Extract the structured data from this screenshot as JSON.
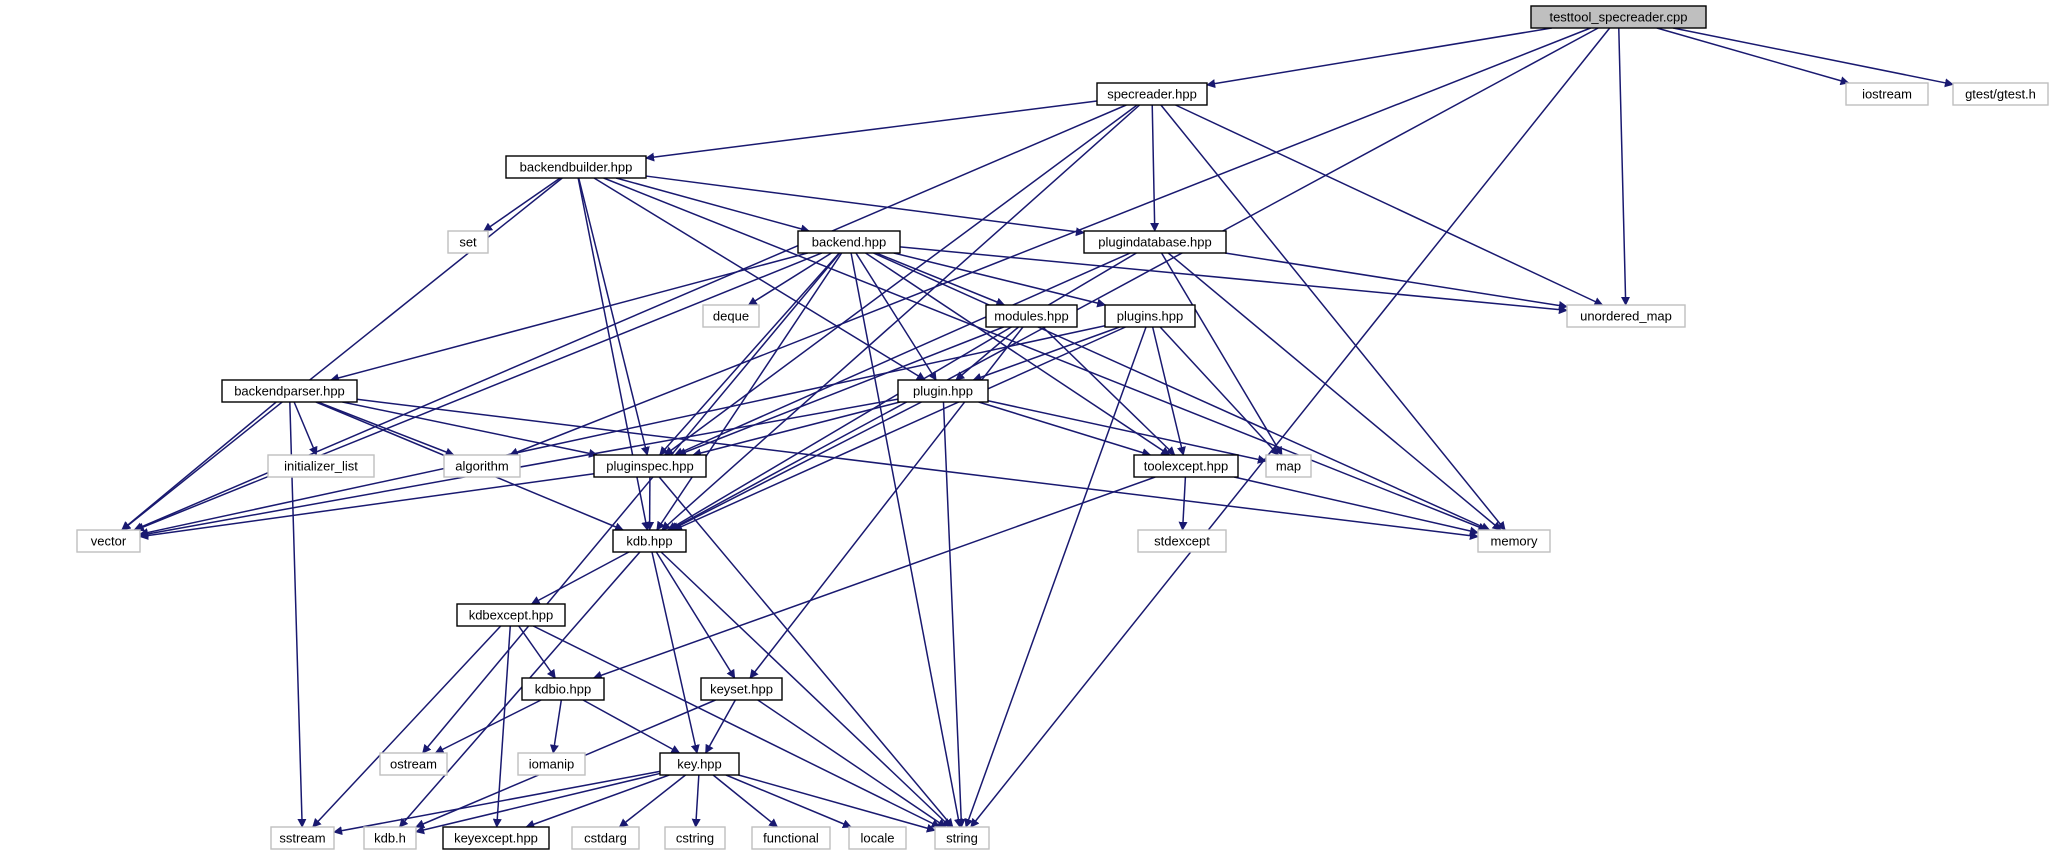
{
  "nodes": {
    "testtool_specreader": {
      "label": "testtool_specreader.cpp",
      "kind": "root"
    },
    "specreader": {
      "label": "specreader.hpp",
      "kind": "internal"
    },
    "iostream": {
      "label": "iostream",
      "kind": "external"
    },
    "gtest": {
      "label": "gtest/gtest.h",
      "kind": "external"
    },
    "backendbuilder": {
      "label": "backendbuilder.hpp",
      "kind": "internal"
    },
    "set": {
      "label": "set",
      "kind": "external"
    },
    "backend": {
      "label": "backend.hpp",
      "kind": "internal"
    },
    "plugindatabase": {
      "label": "plugindatabase.hpp",
      "kind": "internal"
    },
    "deque": {
      "label": "deque",
      "kind": "external"
    },
    "modules": {
      "label": "modules.hpp",
      "kind": "internal"
    },
    "plugins": {
      "label": "plugins.hpp",
      "kind": "internal"
    },
    "unordered_map": {
      "label": "unordered_map",
      "kind": "external"
    },
    "backendparser": {
      "label": "backendparser.hpp",
      "kind": "internal"
    },
    "plugin": {
      "label": "plugin.hpp",
      "kind": "internal"
    },
    "initializer_list": {
      "label": "initializer_list",
      "kind": "external"
    },
    "algorithm": {
      "label": "algorithm",
      "kind": "external"
    },
    "pluginspec": {
      "label": "pluginspec.hpp",
      "kind": "internal"
    },
    "toolexcept": {
      "label": "toolexcept.hpp",
      "kind": "internal"
    },
    "map": {
      "label": "map",
      "kind": "external"
    },
    "vector": {
      "label": "vector",
      "kind": "external"
    },
    "kdb": {
      "label": "kdb.hpp",
      "kind": "internal"
    },
    "stdexcept": {
      "label": "stdexcept",
      "kind": "external"
    },
    "memory": {
      "label": "memory",
      "kind": "external"
    },
    "kdbexcept": {
      "label": "kdbexcept.hpp",
      "kind": "internal"
    },
    "kdbio": {
      "label": "kdbio.hpp",
      "kind": "internal"
    },
    "keyset": {
      "label": "keyset.hpp",
      "kind": "internal"
    },
    "ostream": {
      "label": "ostream",
      "kind": "external"
    },
    "iomanip": {
      "label": "iomanip",
      "kind": "external"
    },
    "key": {
      "label": "key.hpp",
      "kind": "internal"
    },
    "sstream": {
      "label": "sstream",
      "kind": "external"
    },
    "kdb_h": {
      "label": "kdb.h",
      "kind": "external"
    },
    "keyexcept": {
      "label": "keyexcept.hpp",
      "kind": "internal"
    },
    "cstdarg": {
      "label": "cstdarg",
      "kind": "external"
    },
    "cstring": {
      "label": "cstring",
      "kind": "external"
    },
    "functional": {
      "label": "functional",
      "kind": "external"
    },
    "locale": {
      "label": "locale",
      "kind": "external"
    },
    "string": {
      "label": "string",
      "kind": "external"
    }
  },
  "edges": [
    [
      "testtool_specreader",
      "specreader"
    ],
    [
      "testtool_specreader",
      "iostream"
    ],
    [
      "testtool_specreader",
      "gtest"
    ],
    [
      "testtool_specreader",
      "unordered_map"
    ],
    [
      "testtool_specreader",
      "algorithm"
    ],
    [
      "testtool_specreader",
      "kdb"
    ],
    [
      "testtool_specreader",
      "string"
    ],
    [
      "specreader",
      "backendbuilder"
    ],
    [
      "specreader",
      "plugindatabase"
    ],
    [
      "specreader",
      "pluginspec"
    ],
    [
      "specreader",
      "kdb"
    ],
    [
      "specreader",
      "unordered_map"
    ],
    [
      "specreader",
      "memory"
    ],
    [
      "specreader",
      "vector"
    ],
    [
      "backendbuilder",
      "set"
    ],
    [
      "backendbuilder",
      "backend"
    ],
    [
      "backendbuilder",
      "plugindatabase"
    ],
    [
      "backendbuilder",
      "pluginspec"
    ],
    [
      "backendbuilder",
      "plugin"
    ],
    [
      "backendbuilder",
      "vector"
    ],
    [
      "backendbuilder",
      "memory"
    ],
    [
      "backendbuilder",
      "kdb"
    ],
    [
      "backend",
      "deque"
    ],
    [
      "backend",
      "modules"
    ],
    [
      "backend",
      "plugins"
    ],
    [
      "backend",
      "backendparser"
    ],
    [
      "backend",
      "plugin"
    ],
    [
      "backend",
      "pluginspec"
    ],
    [
      "backend",
      "toolexcept"
    ],
    [
      "backend",
      "kdb"
    ],
    [
      "backend",
      "vector"
    ],
    [
      "backend",
      "ostream"
    ],
    [
      "backend",
      "unordered_map"
    ],
    [
      "backend",
      "memory"
    ],
    [
      "backend",
      "string"
    ],
    [
      "plugindatabase",
      "pluginspec"
    ],
    [
      "plugindatabase",
      "kdb"
    ],
    [
      "plugindatabase",
      "unordered_map"
    ],
    [
      "plugindatabase",
      "map"
    ],
    [
      "plugindatabase",
      "memory"
    ],
    [
      "modules",
      "plugin"
    ],
    [
      "modules",
      "pluginspec"
    ],
    [
      "modules",
      "toolexcept"
    ],
    [
      "modules",
      "keyset"
    ],
    [
      "plugins",
      "plugin"
    ],
    [
      "plugins",
      "toolexcept"
    ],
    [
      "plugins",
      "map"
    ],
    [
      "plugins",
      "vector"
    ],
    [
      "plugins",
      "kdb"
    ],
    [
      "plugins",
      "string"
    ],
    [
      "backendparser",
      "initializer_list"
    ],
    [
      "backendparser",
      "algorithm"
    ],
    [
      "backendparser",
      "pluginspec"
    ],
    [
      "backendparser",
      "vector"
    ],
    [
      "backendparser",
      "kdb"
    ],
    [
      "backendparser",
      "sstream"
    ],
    [
      "backendparser",
      "memory"
    ],
    [
      "plugin",
      "pluginspec"
    ],
    [
      "plugin",
      "toolexcept"
    ],
    [
      "plugin",
      "map"
    ],
    [
      "plugin",
      "kdb"
    ],
    [
      "plugin",
      "vector"
    ],
    [
      "plugin",
      "string"
    ],
    [
      "pluginspec",
      "kdb"
    ],
    [
      "pluginspec",
      "vector"
    ],
    [
      "pluginspec",
      "string"
    ],
    [
      "toolexcept",
      "stdexcept"
    ],
    [
      "toolexcept",
      "memory"
    ],
    [
      "toolexcept",
      "kdbio"
    ],
    [
      "kdb",
      "kdbexcept"
    ],
    [
      "kdb",
      "keyset"
    ],
    [
      "kdb",
      "key"
    ],
    [
      "kdb",
      "string"
    ],
    [
      "kdb",
      "kdb_h"
    ],
    [
      "kdbexcept",
      "kdbio"
    ],
    [
      "kdbexcept",
      "keyexcept"
    ],
    [
      "kdbexcept",
      "string"
    ],
    [
      "kdbexcept",
      "sstream"
    ],
    [
      "kdbio",
      "ostream"
    ],
    [
      "kdbio",
      "iomanip"
    ],
    [
      "kdbio",
      "key"
    ],
    [
      "keyset",
      "key"
    ],
    [
      "keyset",
      "kdb_h"
    ],
    [
      "keyset",
      "string"
    ],
    [
      "key",
      "sstream"
    ],
    [
      "key",
      "kdb_h"
    ],
    [
      "key",
      "keyexcept"
    ],
    [
      "key",
      "cstdarg"
    ],
    [
      "key",
      "cstring"
    ],
    [
      "key",
      "functional"
    ],
    [
      "key",
      "locale"
    ],
    [
      "key",
      "string"
    ]
  ]
}
